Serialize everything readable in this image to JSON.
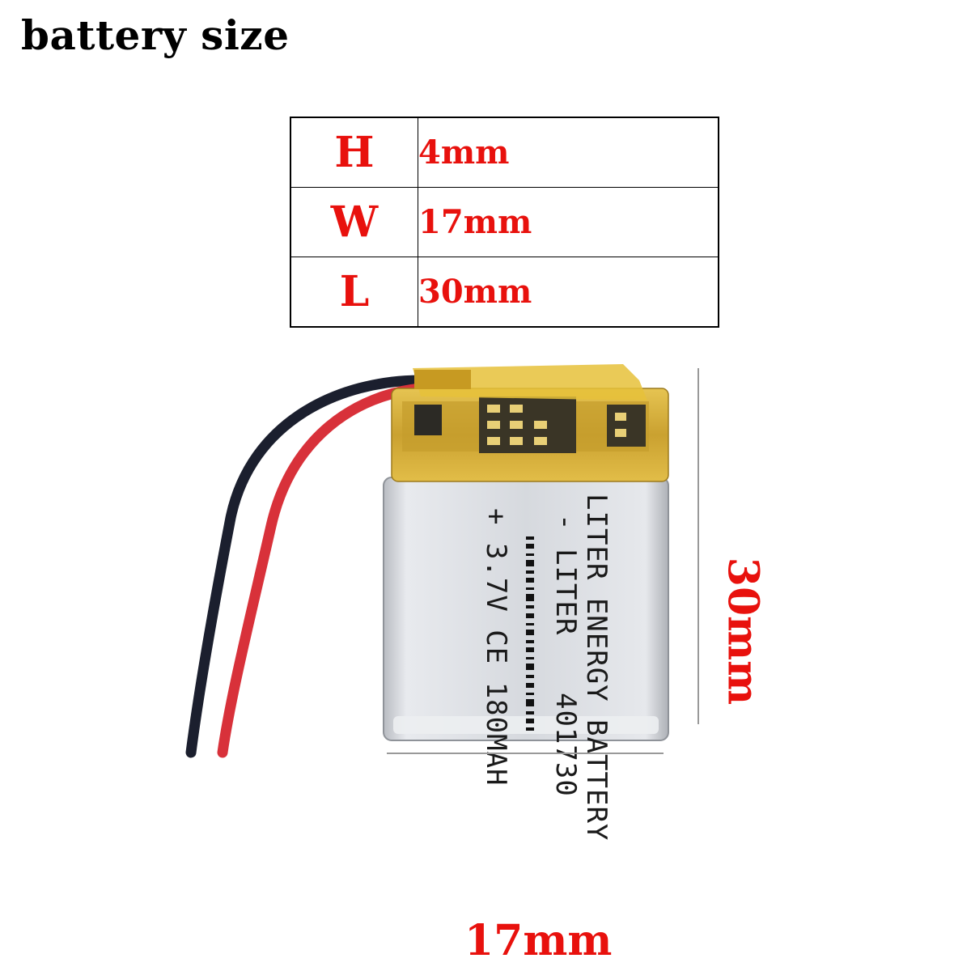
{
  "title": "battery size",
  "specs": [
    {
      "key": "H",
      "value": "4mm"
    },
    {
      "key": "W",
      "value": "17mm"
    },
    {
      "key": "L",
      "value": "30mm"
    }
  ],
  "dimensions": {
    "width_label": "17mm",
    "length_label": "30mm"
  },
  "battery_label": {
    "line1": "LITER ENERGY BATTERY",
    "line2": "- LITER",
    "model": "401730",
    "line3": "+ 3.7V CE 180MAH"
  },
  "colors": {
    "accent_red": "#e8110d",
    "tape_yellow": "#d9b33c",
    "cell_silver": "#d8dbe0"
  }
}
